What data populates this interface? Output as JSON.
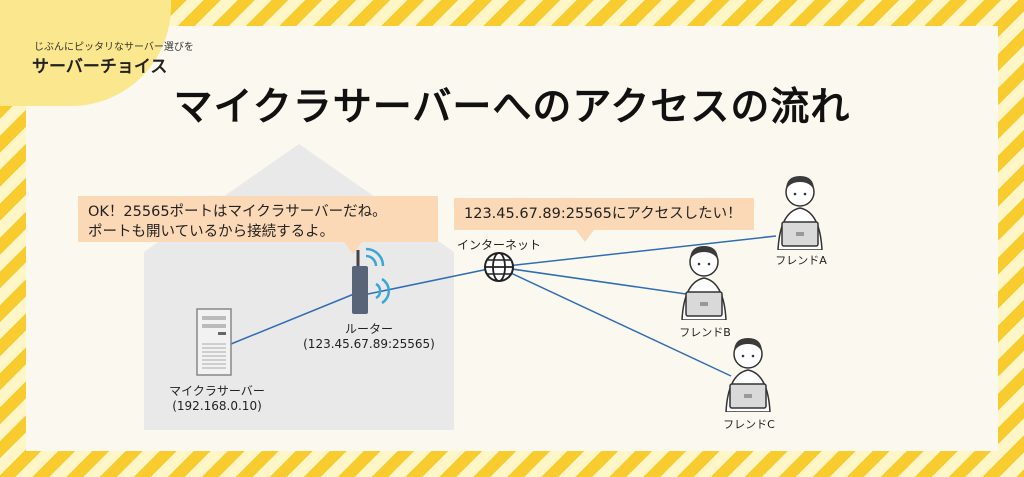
{
  "logo": {
    "tagline": "じぶんにピッタリなサーバー選びを",
    "name": "サーバーチョイス"
  },
  "title": "マイクラサーバーへのアクセスの流れ",
  "bubbles": {
    "router_line1": "OK！25565ポートはマイクラサーバーだね。",
    "router_line2": "ポートも開いているから接続するよ。",
    "friend": "123.45.67.89:25565にアクセスしたい！"
  },
  "nodes": {
    "server": {
      "label": "マイクラサーバー",
      "address": "(192.168.0.10)"
    },
    "router": {
      "label": "ルーター",
      "address": "(123.45.67.89:25565)"
    },
    "internet": {
      "label": "インターネット"
    },
    "friends": [
      "フレンドA",
      "フレンドB",
      "フレンドC"
    ]
  },
  "colors": {
    "stripe": "#f8cb2e",
    "panel": "#faf8ef",
    "house": "#e9e9e9",
    "bubble": "#fbd9b7",
    "link": "#2f6db5",
    "wifi": "#3aa6d8"
  }
}
